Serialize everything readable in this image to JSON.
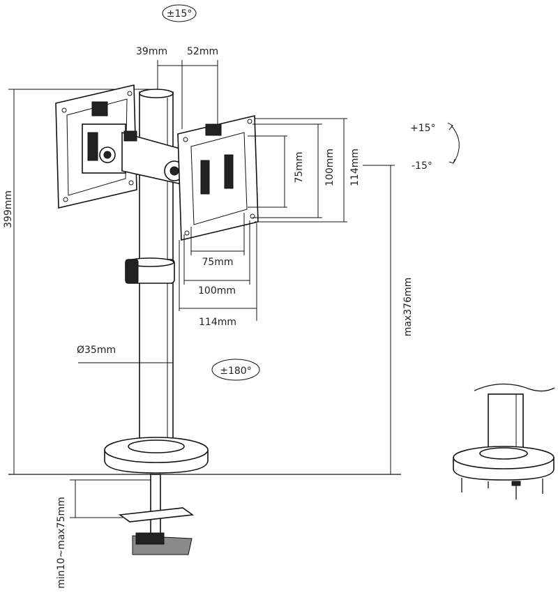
{
  "labels": {
    "tilt_top": "±15°",
    "offset_a": "39mm",
    "offset_b": "52mm",
    "rot_plus": "+15°",
    "rot_minus": "-15°",
    "vesa_v75": "75mm",
    "vesa_v100": "100mm",
    "vesa_v114": "114mm",
    "vesa_h75": "75mm",
    "vesa_h100": "100mm",
    "vesa_h114": "114mm",
    "height_total": "399mm",
    "height_max": "max376mm",
    "pole_diameter": "Ø35mm",
    "swivel": "±180°",
    "clamp_range": "min10~max75mm"
  },
  "colors": {
    "line": "#111111",
    "background": "#ffffff"
  }
}
